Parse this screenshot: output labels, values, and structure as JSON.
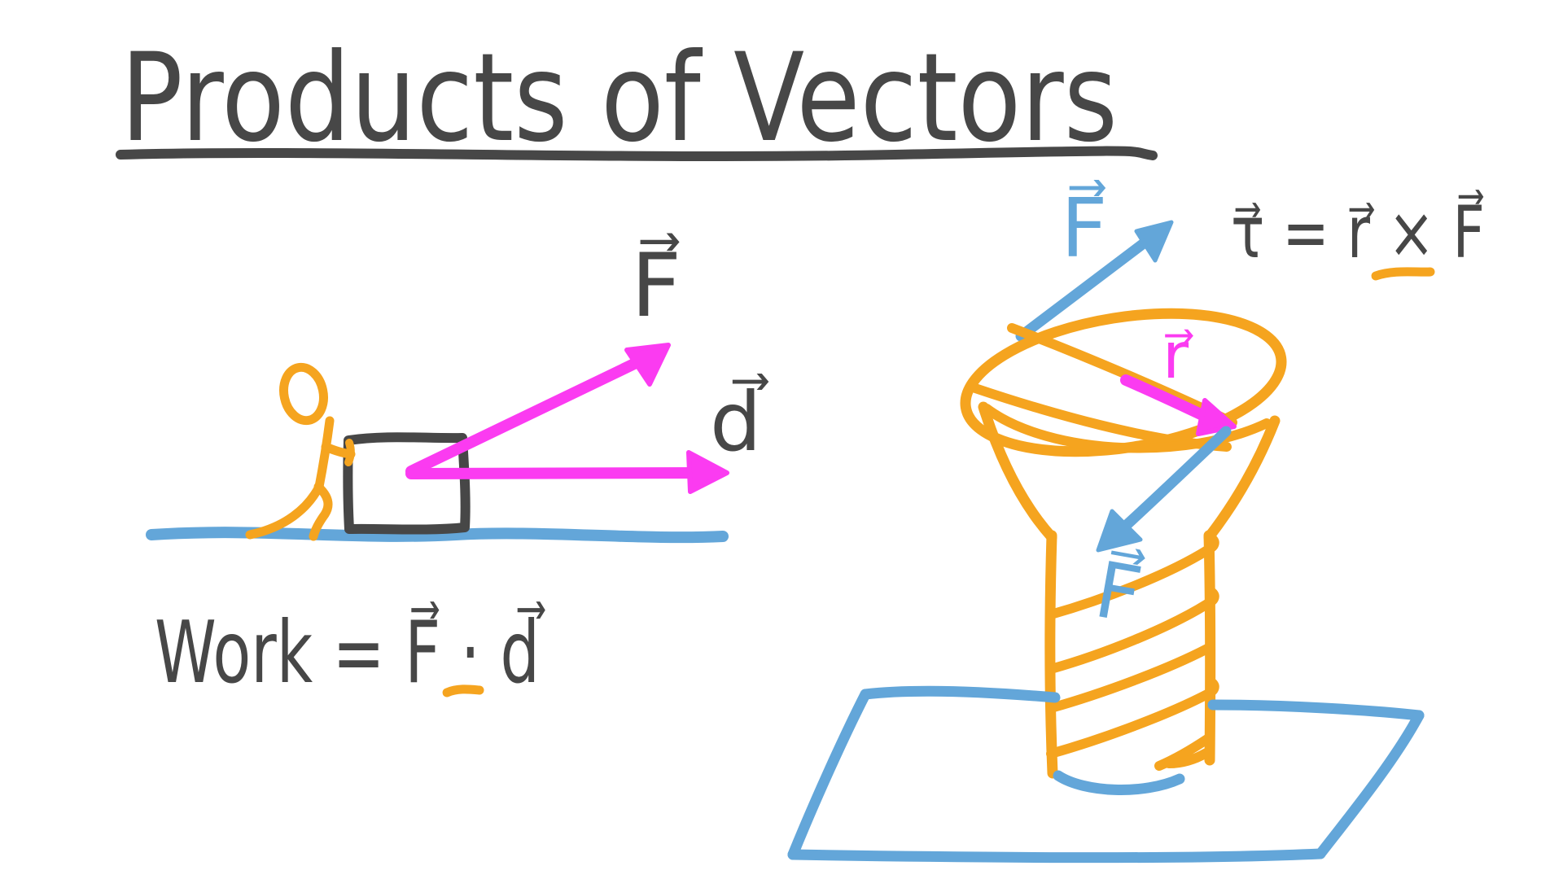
{
  "title": "Products of Vectors",
  "work_scene": {
    "force_label": "F⃗",
    "displacement_label": "d⃗",
    "equation": "Work = F⃗ · d⃗"
  },
  "torque_scene": {
    "equation": "τ⃗ = r⃗ × F⃗",
    "applied_force_label": "F⃗",
    "lever_arm_label": "r⃗",
    "reaction_force_label": "F⃗"
  },
  "colors": {
    "ink": "#474747",
    "orange": "#F5A41F",
    "blue": "#63A6D9",
    "magenta": "#FB3BF1",
    "background": "#FFFFFF"
  }
}
